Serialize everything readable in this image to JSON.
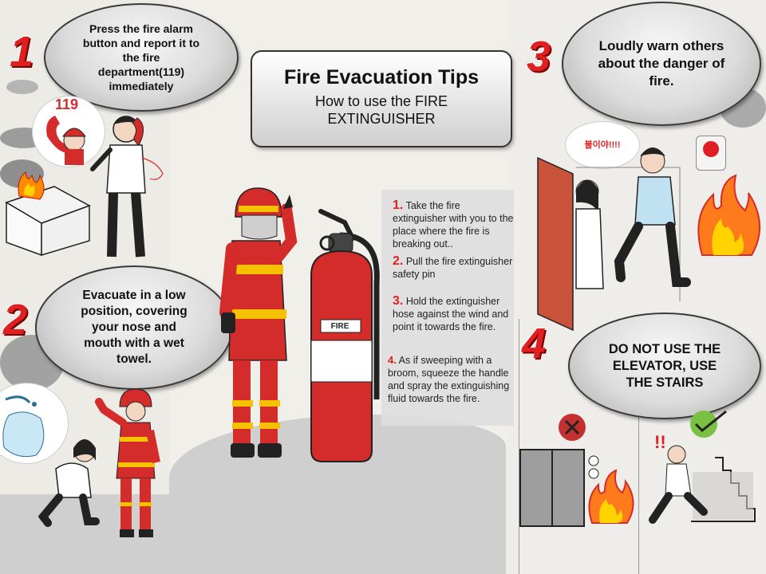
{
  "title": {
    "main": "Fire Evacuation Tips",
    "sub": "How to use the FIRE EXTINGUISHER"
  },
  "step1": {
    "number": "1",
    "bubble": "Press the fire alarm button and report it to the fire department(119) immediately",
    "phone_label": "119"
  },
  "step2": {
    "number": "2",
    "bubble": "Evacuate in a low position, covering your nose and mouth with a wet towel."
  },
  "step3": {
    "number": "3",
    "bubble": "Loudly warn others about the danger of fire.",
    "shout": "불이야!!!!"
  },
  "step4": {
    "number": "4",
    "bubble": "DO NOT USE THE ELEVATOR, USE THE STAIRS"
  },
  "extinguisher": {
    "label": "FIRE",
    "steps": [
      {
        "num": "1.",
        "text": "Take the fire extinguisher with you to the place where the fire is breaking out.."
      },
      {
        "num": "2.",
        "text": "Pull the fire extinguisher safety pin"
      },
      {
        "num": "3.",
        "text": "Hold the extinguisher hose against the wind and point it towards the fire."
      },
      {
        "num": "4.",
        "text": "As if sweeping with a broom, squeeze the handle and spray the extinguishing fluid towards the fire."
      }
    ]
  },
  "colors": {
    "accent": "#e02020",
    "bubble_border": "#3a3a3a",
    "firefighter_red": "#d42b2b",
    "floor": "#cfcfcf"
  }
}
